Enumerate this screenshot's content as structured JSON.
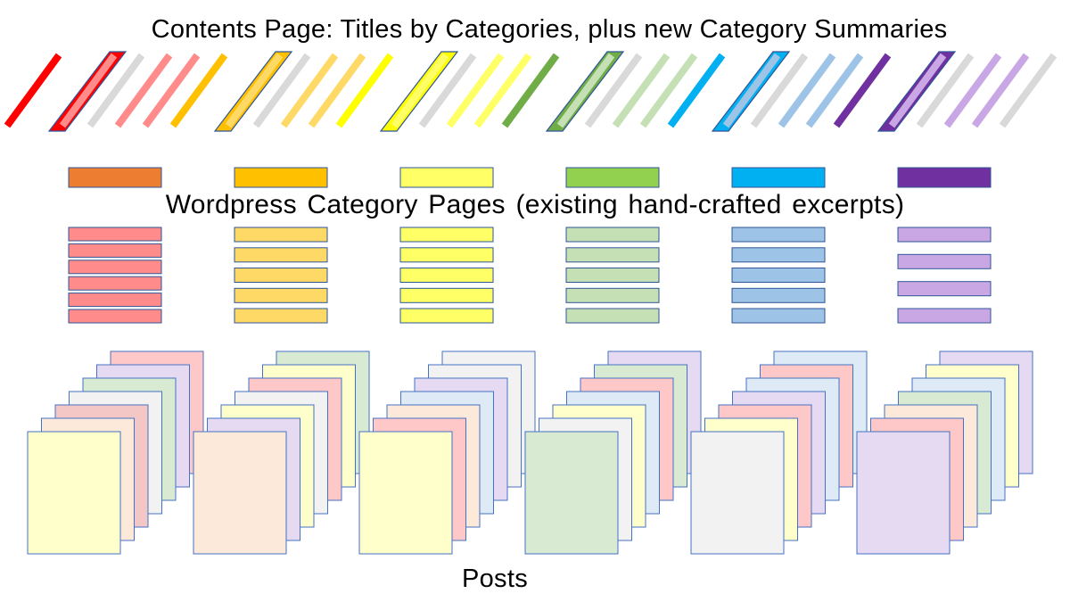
{
  "titles": {
    "contents_page": "Contents Page: Titles by Categories, plus new Category Summaries",
    "category_pages": "Wordpress Category Pages (existing hand-crafted excerpts)",
    "posts": "Posts"
  },
  "categories": [
    {
      "header_color": "#ED7D31",
      "dark_color": "#FF0000",
      "light_color": "#FF8B8B",
      "excerpt_count": 6,
      "stripes": [
        "dark",
        "dark-box",
        "light",
        "gray",
        "light",
        "light",
        "gray"
      ],
      "post_colors": [
        "#FFFFCC",
        "#FDE9D9",
        "#F4C7C7",
        "#F2F2F2",
        "#D9EAD3",
        "#E6D9F2",
        "#FFC8C8"
      ]
    },
    {
      "header_color": "#FFC000",
      "dark_color": "#FFC000",
      "light_color": "#FFD966",
      "excerpt_count": 5,
      "stripes": [
        "dark",
        "dark-box",
        "light",
        "gray",
        "light",
        "light",
        "gray"
      ],
      "post_colors": [
        "#FDE9D9",
        "#E6D9F2",
        "#FFFFCC",
        "#F2F2F2",
        "#FFC8C8",
        "#FFFFCC",
        "#D9EAD3"
      ]
    },
    {
      "header_color": "#FFFF66",
      "dark_color": "#FFFF00",
      "light_color": "#FFFF66",
      "excerpt_count": 5,
      "stripes": [
        "dark",
        "dark-box",
        "light",
        "gray",
        "light",
        "light",
        "gray"
      ],
      "post_colors": [
        "#FFFFCC",
        "#FFC8C8",
        "#FDE9D9",
        "#DEEAF6",
        "#E6D9F2",
        "#F2F2F2",
        "#F2F2F2"
      ]
    },
    {
      "header_color": "#92D050",
      "dark_color": "#70AD47",
      "light_color": "#C5E0B4",
      "excerpt_count": 5,
      "stripes": [
        "dark",
        "dark-box",
        "light",
        "gray",
        "light",
        "light",
        "gray"
      ],
      "post_colors": [
        "#D9EAD3",
        "#F2F2F2",
        "#FFFFCC",
        "#DEEAF6",
        "#FFC8C8",
        "#D9EAD3",
        "#E6D9F2"
      ]
    },
    {
      "header_color": "#00B0F0",
      "dark_color": "#00B0F0",
      "light_color": "#9DC3E6",
      "excerpt_count": 5,
      "stripes": [
        "dark",
        "dark-box",
        "light",
        "gray",
        "light",
        "light",
        "gray"
      ],
      "post_colors": [
        "#F2F2F2",
        "#FFFFCC",
        "#FFC8C8",
        "#E6D9F2",
        "#DEEAF6",
        "#FFC8C8",
        "#DEEAF6"
      ]
    },
    {
      "header_color": "#7030A0",
      "dark_color": "#7030A0",
      "light_color": "#C9A7E4",
      "excerpt_count": 4,
      "stripes": [
        "dark",
        "dark-box",
        "light",
        "gray",
        "light",
        "light",
        "gray"
      ],
      "post_colors": [
        "#E6D9F2",
        "#FFC8C8",
        "#FDE9D9",
        "#D9EAD3",
        "#DEEAF6",
        "#FFFFCC",
        "#E6D9F2"
      ]
    }
  ],
  "colors": {
    "gray_stripe": "#D9D9D9",
    "outline": "#2F5597",
    "page_outline": "#4472C4"
  }
}
